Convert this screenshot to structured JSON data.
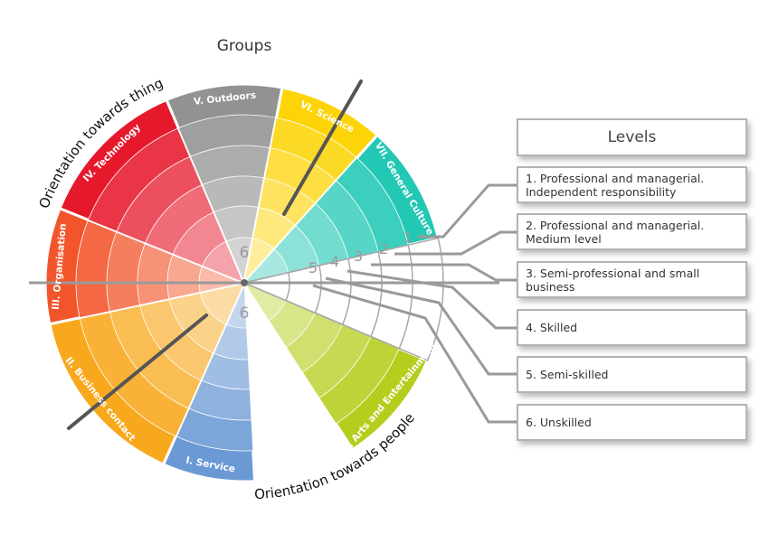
{
  "title": "Groups",
  "levels_header": "Levels",
  "axes": {
    "top": "Orientation towards things",
    "bottom": "Orientation towards people"
  },
  "groups": [
    {
      "label": "I. Service",
      "color": "#6a99d4"
    },
    {
      "label": "II. Business contact",
      "color": "#f8a81c"
    },
    {
      "label": "III. Organisation",
      "color": "#f2552b"
    },
    {
      "label": "IV. Technology",
      "color": "#e6192c"
    },
    {
      "label": "V. Outdoors",
      "color": "#929292"
    },
    {
      "label": "VI. Science",
      "color": "#fcd407"
    },
    {
      "label": "VII. General Culture",
      "color": "#22c8b4"
    },
    {
      "label": "VIII. Arts and Entertainment",
      "color": "#b5cd1c"
    }
  ],
  "ring_numbers": [
    "1",
    "2",
    "3",
    "4",
    "5",
    "6"
  ],
  "center_numbers": [
    "6",
    "6"
  ],
  "levels": [
    "1. Professional and managerial. Independent responsibility",
    "2. Professional and managerial. Medium level",
    "3. Semi-professional and small business",
    "4. Skilled",
    "5. Semi-skilled",
    "6. Unskilled"
  ]
}
